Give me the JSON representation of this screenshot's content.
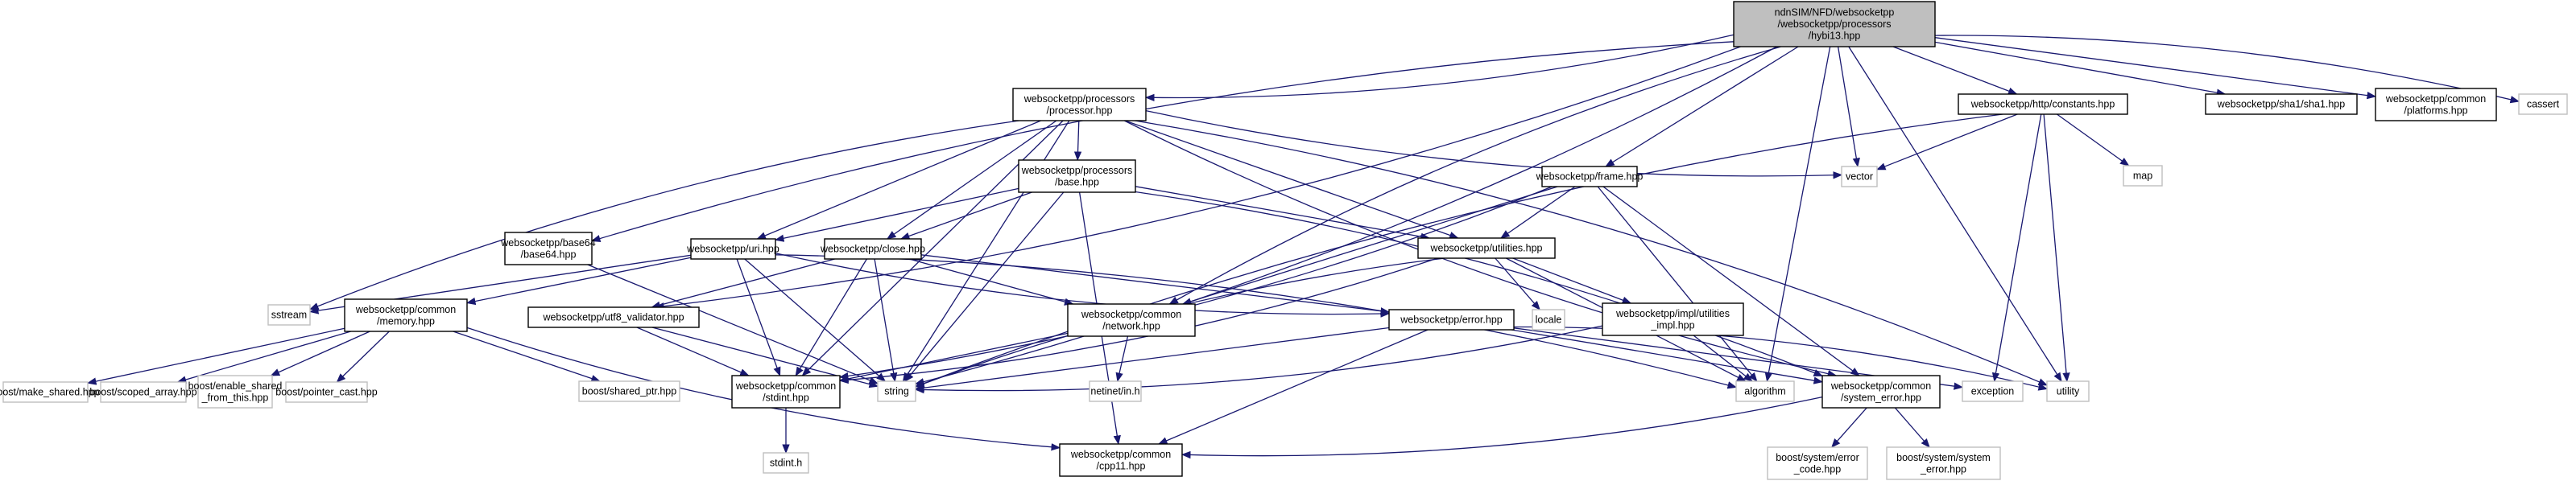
{
  "title": "Include dependency graph for hybi13.hpp",
  "colors": {
    "edge": "#191970",
    "root_fill": "#bfbfbf",
    "local_border": "#000000",
    "system_border": "#bfbfbf"
  },
  "nodes": [
    {
      "id": "hybi13",
      "kind": "root",
      "lines": [
        "ndnSIM/NFD/websocketpp",
        "/websocketpp/processors",
        "/hybi13.hpp"
      ]
    },
    {
      "id": "processor",
      "kind": "local",
      "lines": [
        "websocketpp/processors",
        "/processor.hpp"
      ]
    },
    {
      "id": "http_constants",
      "kind": "local",
      "lines": [
        "websocketpp/http/constants.hpp"
      ]
    },
    {
      "id": "sha1",
      "kind": "local",
      "lines": [
        "websocketpp/sha1/sha1.hpp"
      ]
    },
    {
      "id": "platforms",
      "kind": "local",
      "lines": [
        "websocketpp/common",
        "/platforms.hpp"
      ]
    },
    {
      "id": "cassert",
      "kind": "system",
      "lines": [
        "cassert"
      ]
    },
    {
      "id": "base",
      "kind": "local",
      "lines": [
        "websocketpp/processors",
        "/base.hpp"
      ]
    },
    {
      "id": "frame",
      "kind": "local",
      "lines": [
        "websocketpp/frame.hpp"
      ]
    },
    {
      "id": "vector",
      "kind": "system",
      "lines": [
        "vector"
      ]
    },
    {
      "id": "map",
      "kind": "system",
      "lines": [
        "map"
      ]
    },
    {
      "id": "base64",
      "kind": "local",
      "lines": [
        "websocketpp/base64",
        "/base64.hpp"
      ]
    },
    {
      "id": "uri",
      "kind": "local",
      "lines": [
        "websocketpp/uri.hpp"
      ]
    },
    {
      "id": "close",
      "kind": "local",
      "lines": [
        "websocketpp/close.hpp"
      ]
    },
    {
      "id": "utilities",
      "kind": "local",
      "lines": [
        "websocketpp/utilities.hpp"
      ]
    },
    {
      "id": "sstream",
      "kind": "system",
      "lines": [
        "sstream"
      ]
    },
    {
      "id": "memory",
      "kind": "local",
      "lines": [
        "websocketpp/common",
        "/memory.hpp"
      ]
    },
    {
      "id": "utf8",
      "kind": "local",
      "lines": [
        "websocketpp/utf8_validator.hpp"
      ]
    },
    {
      "id": "network",
      "kind": "local",
      "lines": [
        "websocketpp/common",
        "/network.hpp"
      ]
    },
    {
      "id": "error",
      "kind": "local",
      "lines": [
        "websocketpp/error.hpp"
      ]
    },
    {
      "id": "locale",
      "kind": "system",
      "lines": [
        "locale"
      ]
    },
    {
      "id": "utilities_impl",
      "kind": "local",
      "lines": [
        "websocketpp/impl/utilities",
        "_impl.hpp"
      ]
    },
    {
      "id": "make_shared",
      "kind": "system",
      "lines": [
        "boost/make_shared.hpp"
      ]
    },
    {
      "id": "scoped_array",
      "kind": "system",
      "lines": [
        "boost/scoped_array.hpp"
      ]
    },
    {
      "id": "enable_shared",
      "kind": "system",
      "lines": [
        "boost/enable_shared",
        "_from_this.hpp"
      ]
    },
    {
      "id": "pointer_cast",
      "kind": "system",
      "lines": [
        "boost/pointer_cast.hpp"
      ]
    },
    {
      "id": "shared_ptr",
      "kind": "system",
      "lines": [
        "boost/shared_ptr.hpp"
      ]
    },
    {
      "id": "stdint_hpp",
      "kind": "local",
      "lines": [
        "websocketpp/common",
        "/stdint.hpp"
      ]
    },
    {
      "id": "string",
      "kind": "system",
      "lines": [
        "string"
      ]
    },
    {
      "id": "netinet",
      "kind": "system",
      "lines": [
        "netinet/in.h"
      ]
    },
    {
      "id": "algorithm",
      "kind": "system",
      "lines": [
        "algorithm"
      ]
    },
    {
      "id": "system_error",
      "kind": "local",
      "lines": [
        "websocketpp/common",
        "/system_error.hpp"
      ]
    },
    {
      "id": "exception",
      "kind": "system",
      "lines": [
        "exception"
      ]
    },
    {
      "id": "utility",
      "kind": "system",
      "lines": [
        "utility"
      ]
    },
    {
      "id": "stdint_h",
      "kind": "system",
      "lines": [
        "stdint.h"
      ]
    },
    {
      "id": "cpp11",
      "kind": "local",
      "lines": [
        "websocketpp/common",
        "/cpp11.hpp"
      ]
    },
    {
      "id": "error_code",
      "kind": "system",
      "lines": [
        "boost/system/error",
        "_code.hpp"
      ]
    },
    {
      "id": "boost_system_error",
      "kind": "system",
      "lines": [
        "boost/system/system",
        "_error.hpp"
      ]
    }
  ],
  "edges": [
    [
      "hybi13",
      "processor"
    ],
    [
      "hybi13",
      "http_constants"
    ],
    [
      "hybi13",
      "sha1"
    ],
    [
      "hybi13",
      "platforms"
    ],
    [
      "hybi13",
      "cassert"
    ],
    [
      "hybi13",
      "frame"
    ],
    [
      "hybi13",
      "vector"
    ],
    [
      "hybi13",
      "base64"
    ],
    [
      "hybi13",
      "utf8"
    ],
    [
      "hybi13",
      "network"
    ],
    [
      "hybi13",
      "string"
    ],
    [
      "hybi13",
      "algorithm"
    ],
    [
      "hybi13",
      "utility"
    ],
    [
      "processor",
      "base"
    ],
    [
      "processor",
      "uri"
    ],
    [
      "processor",
      "close"
    ],
    [
      "processor",
      "utilities"
    ],
    [
      "processor",
      "sstream"
    ],
    [
      "processor",
      "string"
    ],
    [
      "processor",
      "vector"
    ],
    [
      "processor",
      "utility"
    ],
    [
      "processor",
      "system_error"
    ],
    [
      "processor",
      "stdint_hpp"
    ],
    [
      "http_constants",
      "vector"
    ],
    [
      "http_constants",
      "map"
    ],
    [
      "http_constants",
      "string"
    ],
    [
      "http_constants",
      "exception"
    ],
    [
      "http_constants",
      "utility"
    ],
    [
      "base",
      "uri"
    ],
    [
      "base",
      "close"
    ],
    [
      "base",
      "utilities"
    ],
    [
      "base",
      "string"
    ],
    [
      "base",
      "system_error"
    ],
    [
      "base",
      "cpp11"
    ],
    [
      "frame",
      "utilities"
    ],
    [
      "frame",
      "network"
    ],
    [
      "frame",
      "stdint_hpp"
    ],
    [
      "frame",
      "system_error"
    ],
    [
      "frame",
      "algorithm"
    ],
    [
      "base64",
      "string"
    ],
    [
      "uri",
      "memory"
    ],
    [
      "uri",
      "error"
    ],
    [
      "uri",
      "sstream"
    ],
    [
      "uri",
      "string"
    ],
    [
      "uri",
      "algorithm"
    ],
    [
      "uri",
      "stdint_hpp"
    ],
    [
      "close",
      "utf8"
    ],
    [
      "close",
      "error"
    ],
    [
      "close",
      "network"
    ],
    [
      "close",
      "stdint_hpp"
    ],
    [
      "close",
      "string"
    ],
    [
      "utilities",
      "locale"
    ],
    [
      "utilities",
      "utilities_impl"
    ],
    [
      "utilities",
      "string"
    ],
    [
      "utilities",
      "stdint_hpp"
    ],
    [
      "utilities",
      "algorithm"
    ],
    [
      "memory",
      "make_shared"
    ],
    [
      "memory",
      "scoped_array"
    ],
    [
      "memory",
      "enable_shared"
    ],
    [
      "memory",
      "pointer_cast"
    ],
    [
      "memory",
      "shared_ptr"
    ],
    [
      "memory",
      "cpp11"
    ],
    [
      "utf8",
      "stdint_hpp"
    ],
    [
      "utf8",
      "string"
    ],
    [
      "network",
      "stdint_hpp"
    ],
    [
      "network",
      "netinet"
    ],
    [
      "error",
      "system_error"
    ],
    [
      "error",
      "cpp11"
    ],
    [
      "error",
      "exception"
    ],
    [
      "error",
      "string"
    ],
    [
      "error",
      "utility"
    ],
    [
      "utilities_impl",
      "algorithm"
    ],
    [
      "utilities_impl",
      "string"
    ],
    [
      "stdint_hpp",
      "stdint_h"
    ],
    [
      "system_error",
      "cpp11"
    ],
    [
      "system_error",
      "error_code"
    ],
    [
      "system_error",
      "boost_system_error"
    ]
  ]
}
